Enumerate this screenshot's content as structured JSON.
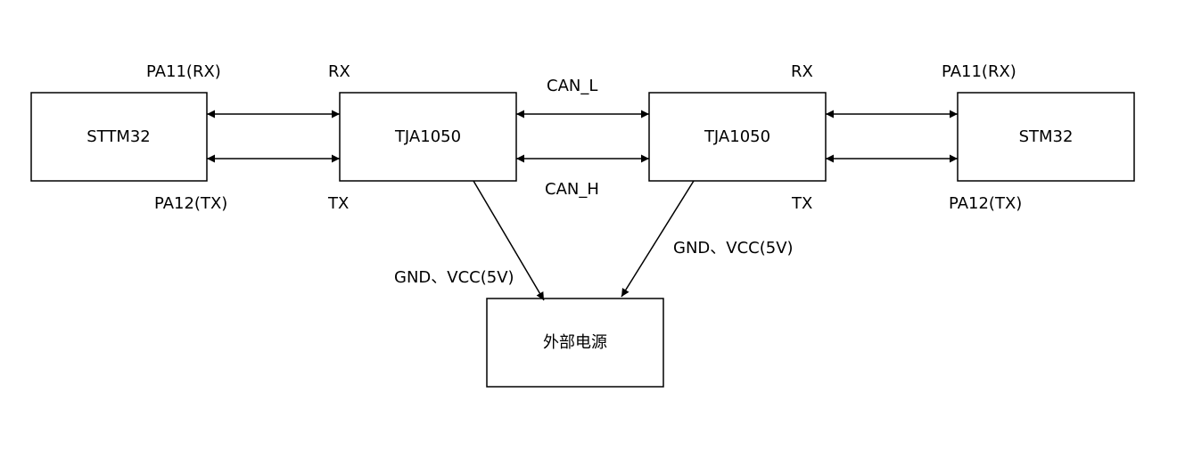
{
  "nodes": {
    "stm32_left": "STTM32",
    "tja_left": "TJA1050",
    "tja_right": "TJA1050",
    "stm32_right": "STM32",
    "power": "外部电源"
  },
  "edge_labels": {
    "left_pa11": "PA11(RX)",
    "left_pa12": "PA12(TX)",
    "left_tja_rx": "RX",
    "left_tja_tx": "TX",
    "can_l": "CAN_L",
    "can_h": "CAN_H",
    "right_tja_rx": "RX",
    "right_tja_tx": "TX",
    "right_pa11": "PA11(RX)",
    "right_pa12": "PA12(TX)",
    "power_left": "GND、VCC(5V)",
    "power_right": "GND、VCC(5V)"
  },
  "colors": {
    "stroke": "#000000",
    "background": "#ffffff"
  }
}
